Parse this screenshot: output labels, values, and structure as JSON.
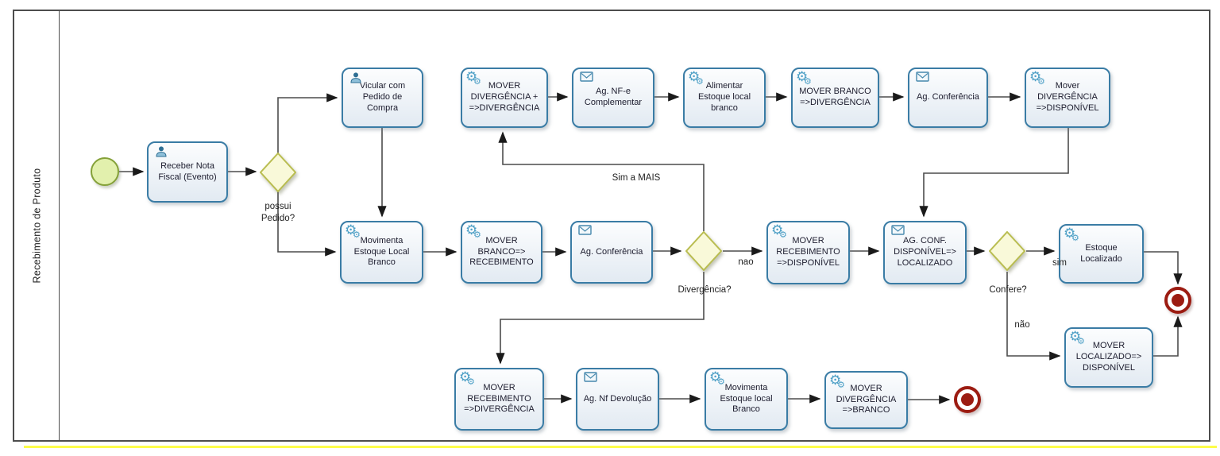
{
  "pool": {
    "label": "Recebimento de Produto"
  },
  "tasks": {
    "receber": {
      "label": "Receber Nota Fiscal (Evento)",
      "icon": "user-icon"
    },
    "vicular": {
      "label": "Vicular com Pedido de Compra",
      "icon": "user-icon"
    },
    "mover_div_plus": {
      "label": "MOVER DIVERGÊNCIA + =>DIVERGÊNCIA",
      "icon": "gear-icon"
    },
    "ag_nfe": {
      "label": "Ag. NF-e Complementar",
      "icon": "envelope-icon"
    },
    "alimentar": {
      "label": "Alimentar Estoque local branco",
      "icon": "gear-icon"
    },
    "mover_branco_div": {
      "label": "MOVER BRANCO =>DIVERGÊNCIA",
      "icon": "gear-icon"
    },
    "ag_conf_top": {
      "label": "Ag. Conferência",
      "icon": "envelope-icon"
    },
    "mover_div_disp": {
      "label": "Mover DIVERGÊNCIA =>DISPONÍVEL",
      "icon": "gear-icon"
    },
    "movimenta": {
      "label": "Movimenta Estoque Local Branco",
      "icon": "gear-icon"
    },
    "mover_branco_rec": {
      "label": "MOVER BRANCO=> RECEBIMENTO",
      "icon": "gear-icon"
    },
    "ag_conf_mid": {
      "label": "Ag. Conferência",
      "icon": "envelope-icon"
    },
    "mover_rec_disp": {
      "label": "MOVER RECEBIMENTO =>DISPONÍVEL",
      "icon": "gear-icon"
    },
    "ag_conf_disp_loc": {
      "label": "AG. CONF. DISPONÍVEL=> LOCALIZADO",
      "icon": "envelope-icon"
    },
    "estoque_loc": {
      "label": "Estoque Localizado",
      "icon": "gear-icon"
    },
    "mover_loc_disp": {
      "label": "MOVER LOCALIZADO=> DISPONÍVEL",
      "icon": "gear-icon"
    },
    "mover_rec_div": {
      "label": "MOVER RECEBIMENTO =>DIVERGÊNCIA",
      "icon": "gear-icon"
    },
    "ag_nf_dev": {
      "label": "Ag. Nf Devolução",
      "icon": "envelope-icon"
    },
    "movimenta2": {
      "label": "Movimenta Estoque local Branco",
      "icon": "gear-icon"
    },
    "mover_div_branco": {
      "label": "MOVER DIVERGÊNCIA =>BRANCO",
      "icon": "gear-icon"
    }
  },
  "gateways": {
    "possui_pedido": {
      "question": "possui Pedido?"
    },
    "divergencia": {
      "question": "Divergência?"
    },
    "confere": {
      "question": "Confere?"
    }
  },
  "edge_labels": {
    "sim_a_mais": "Sim a MAIS",
    "nao_divergencia": "nao",
    "sim_confere": "sim",
    "nao_confere": "não"
  },
  "colors": {
    "task_border": "#3a7ca5",
    "task_fill": "#e8eff5",
    "gateway_border": "#b9bd50",
    "gateway_fill": "#f9f9d9",
    "start_fill": "#e2f0ad",
    "start_border": "#85a139",
    "end_red": "#9c1c12",
    "connector": "#4c4c4c",
    "highlight_line": "#fdfd4a"
  }
}
